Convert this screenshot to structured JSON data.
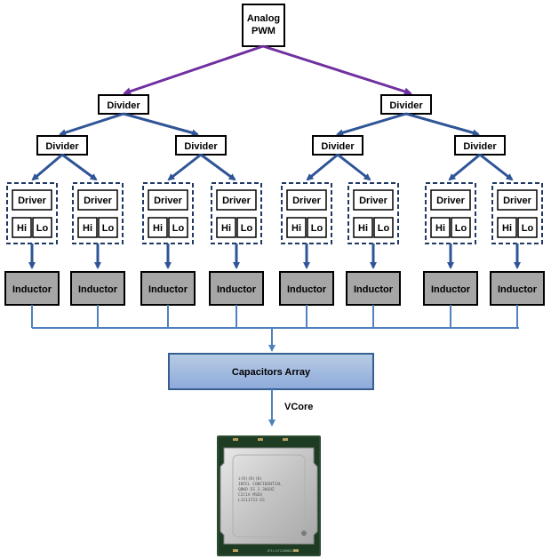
{
  "source": "Analog PWM",
  "source_lines": [
    "Analog",
    "PWM"
  ],
  "divider_label": "Divider",
  "driver_label": "Driver",
  "hi_label": "Hi",
  "lo_label": "Lo",
  "inductor_label": "Inductor",
  "capacitors_label": "Capacitors Array",
  "output_label": "VCore",
  "cpu_markings": [
    "i(R)(R)(R)",
    "INTEL CONFIDENTIAL",
    "QBKD ES 2.30GHZ",
    "C2C1A MSDX",
    "L1211723 ES"
  ],
  "cpu_bottom_code": "1P31/6722DM0022",
  "phase_count": 8,
  "colors": {
    "purple_line": "#7030A0",
    "blue_line": "#2F5597",
    "dashed_border": "#1F3864",
    "bus_line": "#4F81BD",
    "inductor_fill": "#A6A6A6",
    "capacitor_fill": "#95B3D7",
    "capacitor_border": "#365F91",
    "cpu_pcb": "#1E3B24",
    "cpu_heatspreader": "#C9C9C9"
  },
  "icons": {
    "cpu": "cpu-chip-icon"
  }
}
